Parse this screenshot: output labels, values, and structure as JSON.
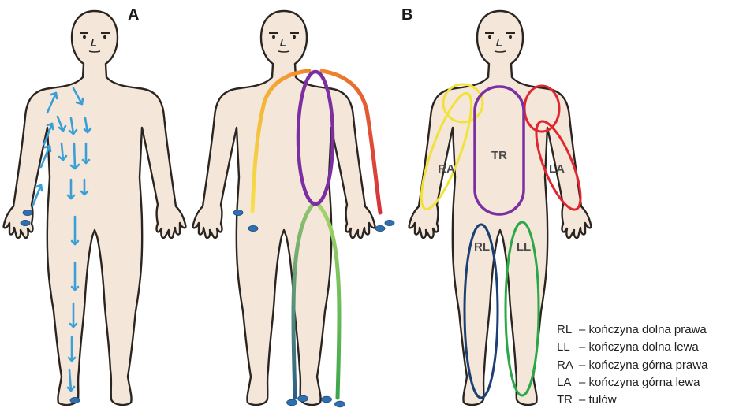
{
  "panels": {
    "a_label": "A",
    "b_label": "B"
  },
  "regions": {
    "tr": "TR",
    "ra": "RA",
    "la": "LA",
    "rl": "RL",
    "ll": "LL"
  },
  "legend": [
    {
      "code": "RL",
      "text": "– kończyna dolna prawa"
    },
    {
      "code": "LL",
      "text": "– kończyna dolna lewa"
    },
    {
      "code": "RA",
      "text": "– kończyna górna prawa"
    },
    {
      "code": "LA",
      "text": "– kończyna górna lewa"
    },
    {
      "code": "TR",
      "text": "– tułów"
    }
  ],
  "colors": {
    "skin": "#f4e7da",
    "outline": "#2a2520",
    "arrow": "#3a9fd8",
    "electrode": "#2f6fae",
    "torso_ring": "#7b2fa0",
    "ra_ring": "#f1e23a",
    "la_ring": "#e0262e",
    "rl_ring": "#1c3f74",
    "ll_ring": "#2aa845"
  }
}
